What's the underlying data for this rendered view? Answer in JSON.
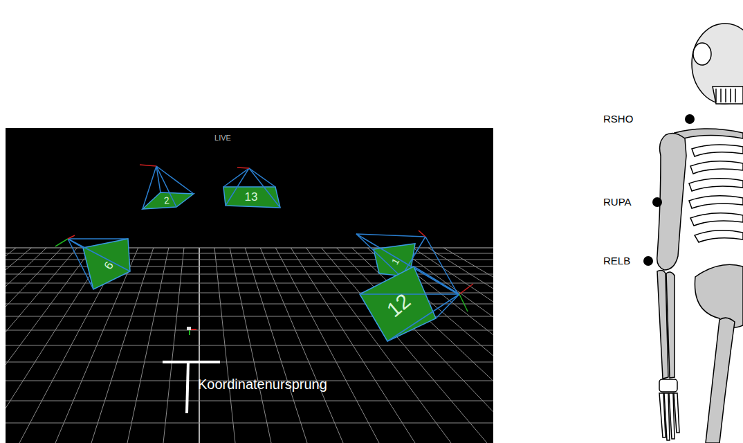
{
  "diagram": {
    "labels": [
      "LIVE",
      "2",
      "13",
      "6",
      "1",
      "12",
      "Koordinatenursprung",
      "RSHO",
      "RUPA",
      "RELB"
    ]
  }
}
